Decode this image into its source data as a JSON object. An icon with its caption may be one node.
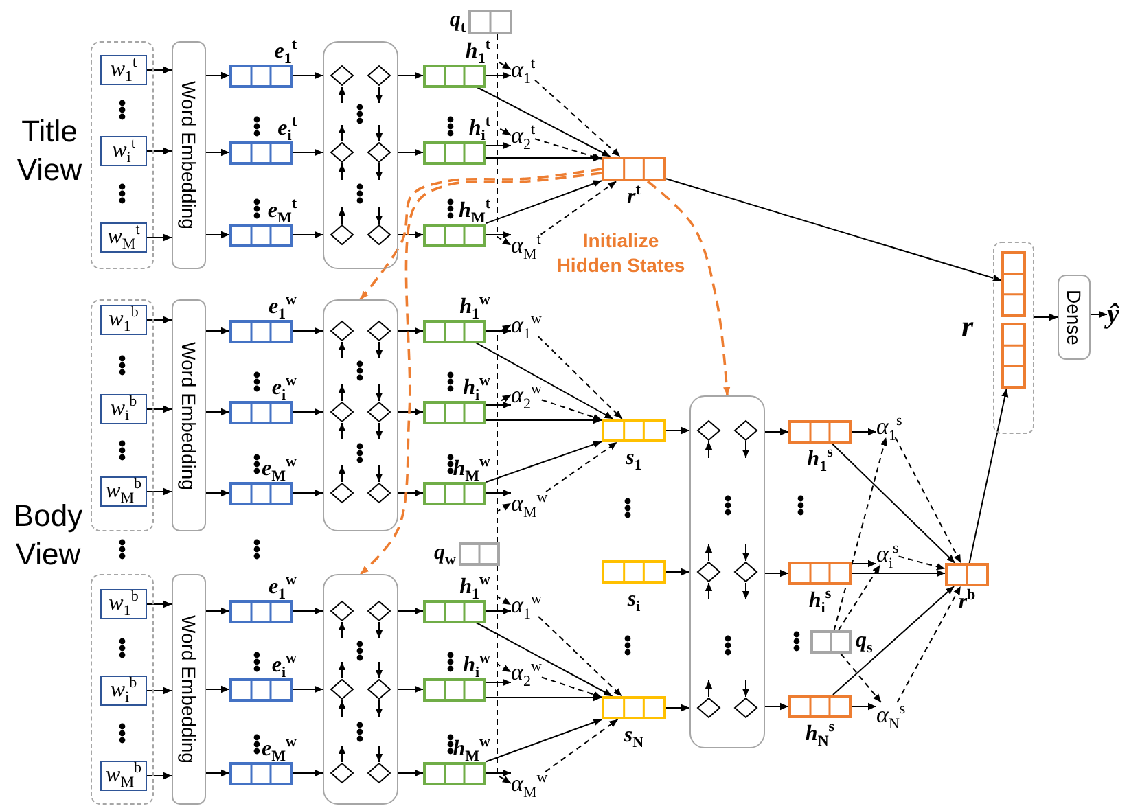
{
  "diagram": {
    "nodes": [
      {
        "text": [],
        "shape": "box"
      },
      {
        "text": [
          "*w*$_{1}$$^{t}$"
        ],
        "in": 0
      },
      {
        "text": [
          "*w*$_{i}$$^{t}$"
        ],
        "in": 0
      },
      {
        "text": [
          "*w*$_{M}$$^{t}$"
        ],
        "in": 0
      },
      {
        "text": [
          "Word Embedding"
        ]
      },
      {
        "text": [],
        "shape": "box",
        "beside": [
          "*e*$_{1}$$^{t}$"
        ]
      },
      {
        "text": [],
        "shape": "box",
        "beside": [
          "*e*$_{i}$$^{t}$"
        ]
      },
      {
        "text": [],
        "shape": "box",
        "beside": [
          "*e*$_{M}$$^{t}$"
        ]
      },
      {
        "text": [],
        "shape": "box"
      },
      {
        "text": [],
        "shape": "box",
        "beside": [
          "*h*$_{1}$$^{t}$"
        ]
      },
      {
        "text": [],
        "shape": "box",
        "beside": [
          "*h*$_{i}$$^{t}$"
        ]
      },
      {
        "text": [],
        "shape": "box",
        "beside": [
          "*h*$_{M}$$^{t}$"
        ]
      },
      {
        "text": [
          "*α*$_{1}$$^{t}$"
        ]
      },
      {
        "text": [
          "*α*$_{2}$$^{t}$"
        ]
      },
      {
        "text": [
          "*α*$_{M}$$^{t}$"
        ]
      },
      {
        "text": [],
        "shape": "box"
      },
      {
        "text": [
          "*w*$_{1}$$^{b}$"
        ],
        "in": 15
      },
      {
        "text": [
          "*w*$_{i}$$^{b}$"
        ],
        "in": 15
      },
      {
        "text": [
          "*w*$_{M}$$^{b}$"
        ],
        "in": 15
      },
      {
        "text": [
          "Word Embedding"
        ]
      },
      {
        "text": [],
        "shape": "box",
        "beside": [
          "*e*$_{1}$$^{w}$"
        ]
      },
      {
        "text": [],
        "shape": "box",
        "beside": [
          "*e*$_{i}$$^{w}$"
        ]
      },
      {
        "text": [],
        "shape": "box",
        "beside": [
          "*e*$_{M}$$^{w}$"
        ]
      },
      {
        "text": [],
        "shape": "box"
      },
      {
        "text": [],
        "shape": "box",
        "beside": [
          "*h*$_{1}$$^{w}$"
        ]
      },
      {
        "text": [],
        "shape": "box",
        "beside": [
          "*h*$_{i}$$^{w}$"
        ]
      },
      {
        "text": [],
        "shape": "box",
        "beside": [
          "*h*$_{M}$$^{w}$"
        ]
      },
      {
        "text": [
          "*α*$_{1}$$^{w}$"
        ]
      },
      {
        "text": [
          "*α*$_{2}$$^{w}$"
        ]
      },
      {
        "text": [
          "*α*$_{M}$$^{w}$"
        ]
      },
      {
        "text": [],
        "shape": "box"
      },
      {
        "text": [
          "*w*$_{1}$$^{b}$"
        ],
        "in": 30
      },
      {
        "text": [
          "*w*$_{i}$$^{b}$"
        ],
        "in": 30
      },
      {
        "text": [
          "*w*$_{M}$$^{b}$"
        ],
        "in": 30
      },
      {
        "text": [
          "Word Embedding"
        ]
      },
      {
        "text": [],
        "shape": "box",
        "beside": [
          "*e*$_{1}$$^{w}$"
        ]
      },
      {
        "text": [],
        "shape": "box",
        "beside": [
          "*e*$_{i}$$^{w}$"
        ]
      },
      {
        "text": [],
        "shape": "box",
        "beside": [
          "*e*$_{M}$$^{w}$"
        ]
      },
      {
        "text": [],
        "shape": "box"
      },
      {
        "text": [],
        "shape": "box",
        "beside": [
          "*h*$_{1}$$^{w}$"
        ]
      },
      {
        "text": [],
        "shape": "box",
        "beside": [
          "*h*$_{i}$$^{w}$"
        ]
      },
      {
        "text": [],
        "shape": "box",
        "beside": [
          "*h*$_{M}$$^{w}$"
        ]
      },
      {
        "text": [
          "*α*$_{1}$$^{w}$"
        ]
      },
      {
        "text": [
          "*α*$_{2}$$^{w}$"
        ]
      },
      {
        "text": [
          "*α*$_{M}$$^{w}$"
        ]
      },
      {
        "text": [],
        "shape": "box",
        "beside": [
          "*q*$_{t}$"
        ]
      },
      {
        "text": [],
        "shape": "box",
        "beside": [
          "*r*$^{t}$"
        ]
      },
      {
        "text": [],
        "shape": "box",
        "beside": [
          "*q*$_{w}$"
        ]
      },
      {
        "text": [],
        "shape": "box",
        "beside": [
          "*s*$_{1}$"
        ]
      },
      {
        "text": [],
        "shape": "box",
        "beside": [
          "*s*$_{i}$"
        ]
      },
      {
        "text": [],
        "shape": "box",
        "beside": [
          "*s*$_{N}$"
        ]
      },
      {
        "text": [],
        "shape": "box"
      },
      {
        "text": [],
        "shape": "box",
        "beside": [
          "*h*$_{1}$$^{s}$"
        ]
      },
      {
        "text": [],
        "shape": "box",
        "beside": [
          "*h*$_{i}$$^{s}$"
        ]
      },
      {
        "text": [],
        "shape": "box",
        "beside": [
          "*h*$_{N}$$^{s}$"
        ]
      },
      {
        "text": [
          "*α*$_{1}$$^{s}$"
        ]
      },
      {
        "text": [
          "*α*$_{i}$$^{s}$"
        ]
      },
      {
        "text": [
          "*α*$_{N}$$^{s}$"
        ]
      },
      {
        "text": [],
        "shape": "box",
        "beside": [
          "*q*$_{s}$"
        ]
      },
      {
        "text": [],
        "shape": "box",
        "beside": [
          "*r*$^{b}$"
        ]
      },
      {
        "text": [
          "r"
        ]
      },
      {
        "text": [],
        "shape": "box",
        "in": 60
      },
      {
        "text": [],
        "shape": "box",
        "in": 60
      },
      {
        "text": [
          "Dense"
        ]
      },
      {
        "text": [
          "ŷ"
        ]
      }
    ],
    "edges": [
      {
        "from": 1,
        "to": 4,
        "arrow": "to"
      },
      {
        "from": 2,
        "to": 4,
        "arrow": "to"
      },
      {
        "from": 3,
        "to": 4,
        "arrow": "to"
      },
      {
        "from": 4,
        "to": 5,
        "arrow": "to"
      },
      {
        "from": 4,
        "to": 6,
        "arrow": "to"
      },
      {
        "from": 4,
        "to": 7,
        "arrow": "to"
      },
      {
        "from": 5,
        "to": 8,
        "arrow": "to"
      },
      {
        "from": 6,
        "to": 8,
        "arrow": "to"
      },
      {
        "from": 7,
        "to": 8,
        "arrow": "to"
      },
      {
        "from": 8,
        "to": 9,
        "arrow": "to"
      },
      {
        "from": 8,
        "to": 10,
        "arrow": "to"
      },
      {
        "from": 8,
        "to": 11,
        "arrow": "to"
      },
      {
        "from": 9,
        "to": 12,
        "arrow": "to"
      },
      {
        "from": 10,
        "to": 13,
        "arrow": "to"
      },
      {
        "from": 11,
        "to": 14,
        "arrow": "to"
      },
      {
        "from": 9,
        "to": 46,
        "arrow": "to"
      },
      {
        "from": 10,
        "to": 46,
        "arrow": "to"
      },
      {
        "from": 11,
        "to": 46,
        "arrow": "to"
      },
      {
        "from": 45,
        "to": 12,
        "arrow": "to",
        "style": "dashed"
      },
      {
        "from": 45,
        "to": 13,
        "arrow": "to",
        "style": "dashed"
      },
      {
        "from": 45,
        "to": 14,
        "arrow": "to",
        "style": "dashed"
      },
      {
        "from": 12,
        "to": 46,
        "arrow": "to",
        "style": "dashed"
      },
      {
        "from": 13,
        "to": 46,
        "arrow": "to",
        "style": "dashed"
      },
      {
        "from": 14,
        "to": 46,
        "arrow": "to",
        "style": "dashed"
      },
      {
        "from": 16,
        "to": 19,
        "arrow": "to"
      },
      {
        "from": 17,
        "to": 19,
        "arrow": "to"
      },
      {
        "from": 18,
        "to": 19,
        "arrow": "to"
      },
      {
        "from": 19,
        "to": 20,
        "arrow": "to"
      },
      {
        "from": 19,
        "to": 21,
        "arrow": "to"
      },
      {
        "from": 19,
        "to": 22,
        "arrow": "to"
      },
      {
        "from": 20,
        "to": 23,
        "arrow": "to"
      },
      {
        "from": 21,
        "to": 23,
        "arrow": "to"
      },
      {
        "from": 22,
        "to": 23,
        "arrow": "to"
      },
      {
        "from": 23,
        "to": 24,
        "arrow": "to"
      },
      {
        "from": 23,
        "to": 25,
        "arrow": "to"
      },
      {
        "from": 23,
        "to": 26,
        "arrow": "to"
      },
      {
        "from": 24,
        "to": 27,
        "arrow": "to"
      },
      {
        "from": 25,
        "to": 28,
        "arrow": "to"
      },
      {
        "from": 26,
        "to": 29,
        "arrow": "to"
      },
      {
        "from": 24,
        "to": 48,
        "arrow": "to"
      },
      {
        "from": 25,
        "to": 48,
        "arrow": "to"
      },
      {
        "from": 26,
        "to": 48,
        "arrow": "to"
      },
      {
        "from": 47,
        "to": 27,
        "arrow": "to",
        "style": "dashed"
      },
      {
        "from": 47,
        "to": 28,
        "arrow": "to",
        "style": "dashed"
      },
      {
        "from": 47,
        "to": 29,
        "arrow": "to",
        "style": "dashed"
      },
      {
        "from": 27,
        "to": 48,
        "arrow": "to",
        "style": "dashed"
      },
      {
        "from": 28,
        "to": 48,
        "arrow": "to",
        "style": "dashed"
      },
      {
        "from": 29,
        "to": 48,
        "arrow": "to",
        "style": "dashed"
      },
      {
        "from": 31,
        "to": 34,
        "arrow": "to"
      },
      {
        "from": 32,
        "to": 34,
        "arrow": "to"
      },
      {
        "from": 33,
        "to": 34,
        "arrow": "to"
      },
      {
        "from": 34,
        "to": 35,
        "arrow": "to"
      },
      {
        "from": 34,
        "to": 36,
        "arrow": "to"
      },
      {
        "from": 34,
        "to": 37,
        "arrow": "to"
      },
      {
        "from": 35,
        "to": 38,
        "arrow": "to"
      },
      {
        "from": 36,
        "to": 38,
        "arrow": "to"
      },
      {
        "from": 37,
        "to": 38,
        "arrow": "to"
      },
      {
        "from": 38,
        "to": 39,
        "arrow": "to"
      },
      {
        "from": 38,
        "to": 40,
        "arrow": "to"
      },
      {
        "from": 38,
        "to": 41,
        "arrow": "to"
      },
      {
        "from": 39,
        "to": 42,
        "arrow": "to"
      },
      {
        "from": 40,
        "to": 43,
        "arrow": "to"
      },
      {
        "from": 41,
        "to": 44,
        "arrow": "to"
      },
      {
        "from": 39,
        "to": 50,
        "arrow": "to"
      },
      {
        "from": 40,
        "to": 50,
        "arrow": "to"
      },
      {
        "from": 41,
        "to": 50,
        "arrow": "to"
      },
      {
        "from": 47,
        "to": 42,
        "arrow": "to",
        "style": "dashed"
      },
      {
        "from": 47,
        "to": 43,
        "arrow": "to",
        "style": "dashed"
      },
      {
        "from": 47,
        "to": 44,
        "arrow": "to",
        "style": "dashed"
      },
      {
        "from": 42,
        "to": 50,
        "arrow": "to",
        "style": "dashed"
      },
      {
        "from": 43,
        "to": 50,
        "arrow": "to",
        "style": "dashed"
      },
      {
        "from": 44,
        "to": 50,
        "arrow": "to",
        "style": "dashed"
      },
      {
        "from": 48,
        "to": 51,
        "arrow": "to"
      },
      {
        "from": 49,
        "to": 51,
        "arrow": "to"
      },
      {
        "from": 50,
        "to": 51,
        "arrow": "to"
      },
      {
        "from": 51,
        "to": 52,
        "arrow": "to"
      },
      {
        "from": 51,
        "to": 53,
        "arrow": "to"
      },
      {
        "from": 51,
        "to": 54,
        "arrow": "to"
      },
      {
        "from": 52,
        "to": 55,
        "arrow": "to"
      },
      {
        "from": 53,
        "to": 56,
        "arrow": "to"
      },
      {
        "from": 54,
        "to": 57,
        "arrow": "to"
      },
      {
        "from": 52,
        "to": 59,
        "arrow": "to"
      },
      {
        "from": 53,
        "to": 59,
        "arrow": "to"
      },
      {
        "from": 54,
        "to": 59,
        "arrow": "to"
      },
      {
        "from": 58,
        "to": 55,
        "arrow": "to",
        "style": "dashed"
      },
      {
        "from": 58,
        "to": 56,
        "arrow": "to",
        "style": "dashed"
      },
      {
        "from": 58,
        "to": 57,
        "arrow": "to",
        "style": "dashed"
      },
      {
        "from": 55,
        "to": 59,
        "arrow": "to",
        "style": "dashed"
      },
      {
        "from": 56,
        "to": 59,
        "arrow": "to",
        "style": "dashed"
      },
      {
        "from": 57,
        "to": 59,
        "arrow": "to",
        "style": "dashed"
      },
      {
        "from": 46,
        "to": 61,
        "arrow": "to"
      },
      {
        "from": 59,
        "to": 62,
        "arrow": "to"
      },
      {
        "from": 60,
        "to": 63,
        "arrow": "to"
      },
      {
        "from": 63,
        "to": 64,
        "arrow": "to"
      },
      {
        "from": 46,
        "to": 23,
        "arrow": "to",
        "style": "dashed",
        "color": "#ed7d31"
      },
      {
        "from": 46,
        "to": 38,
        "arrow": "to",
        "style": "dashed",
        "color": "#ed7d31"
      },
      {
        "from": 46,
        "to": 51,
        "arrow": "to",
        "style": "dashed",
        "color": "#ed7d31"
      }
    ],
    "labels": [
      "Title View",
      "Initialize Hidden States",
      "Body View"
    ]
  }
}
